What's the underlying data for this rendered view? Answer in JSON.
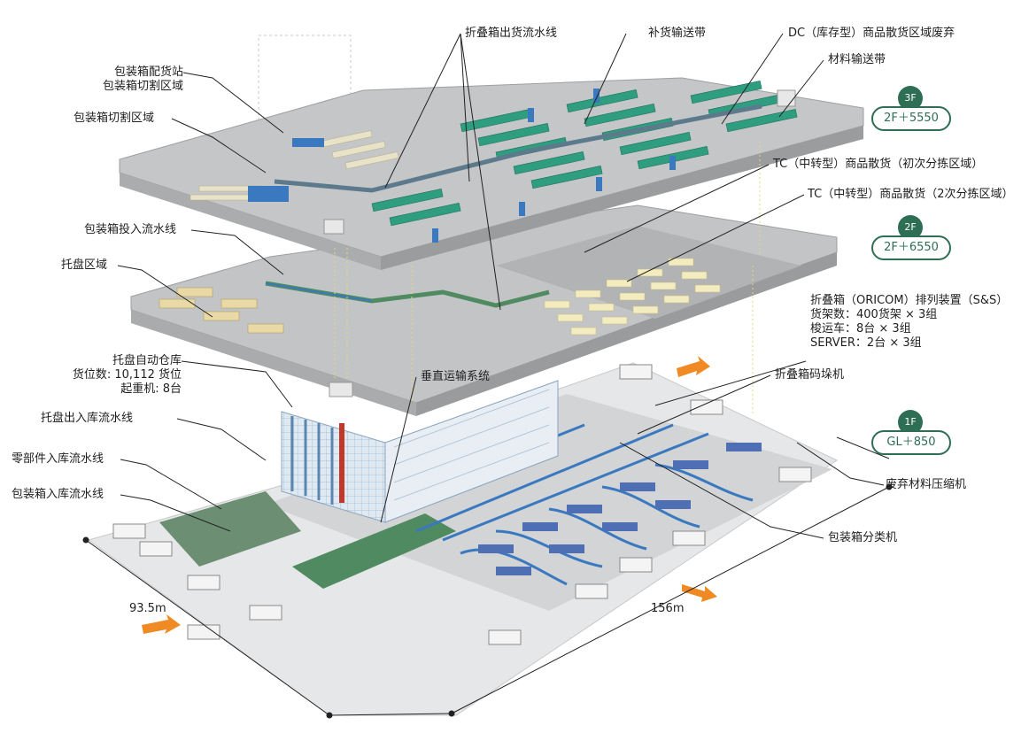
{
  "labels": {
    "fold_station": [
      "包装箱配货站",
      "包装箱切割区域"
    ],
    "fold_cut": "包装箱切割区域",
    "fold_input_line": "包装箱投入流水线",
    "pallet_area": "托盘区域",
    "pallet_asrs": [
      "托盘自动仓库",
      "货位数: 10,112 货位",
      "起重机: 8台"
    ],
    "pallet_line": "托盘出入库流水线",
    "parts_line": "零部件入库流水线",
    "box_in_line": "包装箱入库流水线",
    "fold_out_line": "折叠箱出货流水线",
    "replenish_conveyor": "补货输送带",
    "dc_area": "DC（库存型）商品散货区域废弃",
    "material_conveyor": "材料输送带",
    "tc_first": "TC（中转型）商品散货（初次分拣区域）",
    "tc_second": "TC（中转型）商品散货（2次分拣区域）",
    "sns": [
      "折叠箱（ORICOM）排列装置（S&S）",
      "货架数：400货架 × 3组",
      "梭运车：8台 × 3组",
      "SERVER：2台 × 3组"
    ],
    "vertical": "垂直运输系统",
    "palletizer": "折叠箱码垛机",
    "compactor": "废弃材料压缩机",
    "sorter": "包装箱分类机"
  },
  "floors": [
    {
      "badge": "3F",
      "level": "2F＋5550"
    },
    {
      "badge": "2F",
      "level": "2F＋6550"
    },
    {
      "badge": "1F",
      "level": "GL＋850"
    }
  ],
  "dimensions": {
    "width": "93.5m",
    "length": "156m"
  },
  "colors": {
    "accent": "#2e6e55",
    "floor": "#bfc2c4",
    "rack_green": "#2f9e80",
    "conveyor_blue": "#3a78c0",
    "asrs_blue": "#9cc4e6",
    "arrow": "#f08a24"
  }
}
